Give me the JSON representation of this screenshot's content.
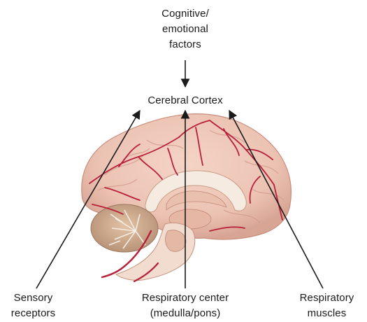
{
  "labels": {
    "cognitive_emotional": [
      "Cognitive/",
      "emotional",
      "factors"
    ],
    "cerebral_cortex": "Cerebral Cortex",
    "sensory_receptors": [
      "Sensory",
      "receptors"
    ],
    "respiratory_center": [
      "Respiratory center",
      "(medulla/pons)"
    ],
    "respiratory_muscles": [
      "Respiratory",
      "muscles"
    ]
  },
  "colors": {
    "brain_tissue": "#ecc3b3",
    "brain_shadow": "#d4998a",
    "blood_vessel": "#b8203a",
    "white_matter": "#f6ebe0",
    "cerebellum": "#c9a58a",
    "arrow": "#1a1a1a"
  }
}
